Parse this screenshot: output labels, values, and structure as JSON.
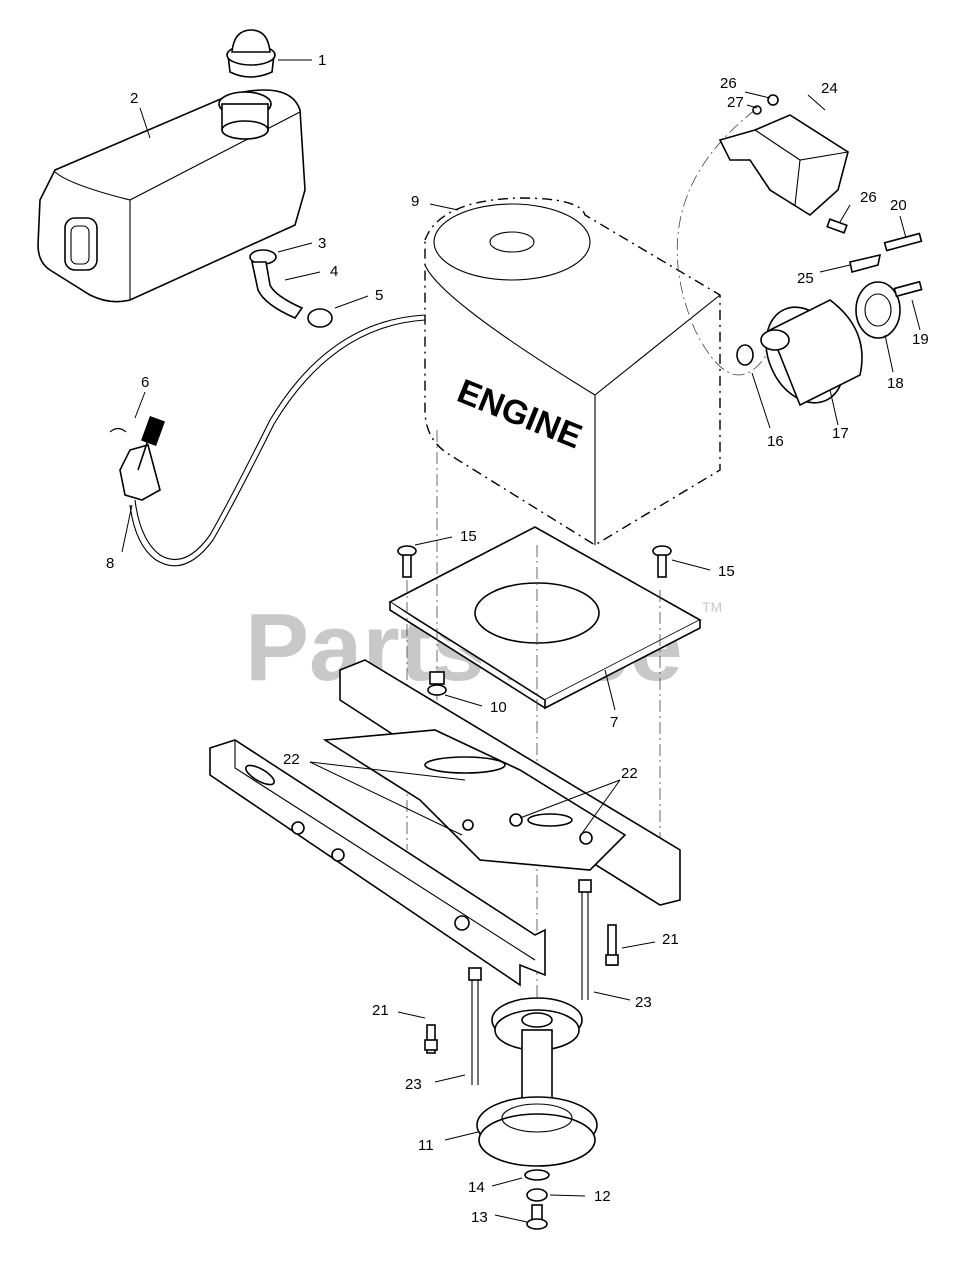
{
  "engine_label": "ENGINE",
  "watermark": {
    "text": "PartsTree",
    "trademark": "TM"
  },
  "callouts": [
    {
      "id": "c1",
      "text": "1"
    },
    {
      "id": "c2",
      "text": "2"
    },
    {
      "id": "c3",
      "text": "3"
    },
    {
      "id": "c4",
      "text": "4"
    },
    {
      "id": "c5",
      "text": "5"
    },
    {
      "id": "c6",
      "text": "6"
    },
    {
      "id": "c7",
      "text": "7"
    },
    {
      "id": "c8",
      "text": "8"
    },
    {
      "id": "c9",
      "text": "9"
    },
    {
      "id": "c10",
      "text": "10"
    },
    {
      "id": "c11",
      "text": "11"
    },
    {
      "id": "c12",
      "text": "12"
    },
    {
      "id": "c13",
      "text": "13"
    },
    {
      "id": "c14",
      "text": "14"
    },
    {
      "id": "c15a",
      "text": "15"
    },
    {
      "id": "c15b",
      "text": "15"
    },
    {
      "id": "c16",
      "text": "16"
    },
    {
      "id": "c17",
      "text": "17"
    },
    {
      "id": "c18",
      "text": "18"
    },
    {
      "id": "c19",
      "text": "19"
    },
    {
      "id": "c20",
      "text": "20"
    },
    {
      "id": "c21a",
      "text": "21"
    },
    {
      "id": "c21b",
      "text": "21"
    },
    {
      "id": "c22a",
      "text": "22"
    },
    {
      "id": "c22b",
      "text": "22"
    },
    {
      "id": "c23a",
      "text": "23"
    },
    {
      "id": "c23b",
      "text": "23"
    },
    {
      "id": "c24",
      "text": "24"
    },
    {
      "id": "c25",
      "text": "25"
    },
    {
      "id": "c26a",
      "text": "26"
    },
    {
      "id": "c26b",
      "text": "26"
    },
    {
      "id": "c27",
      "text": "27"
    }
  ]
}
